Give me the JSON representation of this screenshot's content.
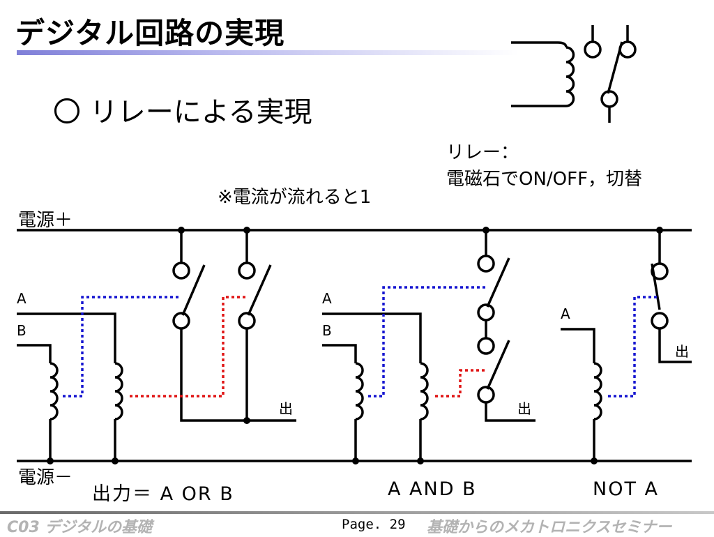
{
  "title": "デジタル回路の実現",
  "subtitle": "〇 リレーによる実現",
  "relay_label": {
    "line1": "リレー：",
    "line2": "電磁石でON/OFF，切替"
  },
  "note": "※電流が流れると1",
  "power_plus": "電源＋",
  "power_minus": "電源－",
  "inputs": {
    "a": "A",
    "b": "B"
  },
  "output_label": "出",
  "captions": {
    "or": "出力＝ A OR B",
    "and": "A AND B",
    "not": "NOT A"
  },
  "footer": {
    "left": "C03 デジタルの基礎",
    "page": "Page. 29",
    "right": "基礎からのメカトロニクスセミナー"
  },
  "colors": {
    "line": "#000000",
    "blue_dotted": "#1515d0",
    "red_dotted": "#e01515",
    "title_bar": "#7f7fd8",
    "footer_text": "#b3b3b3"
  }
}
